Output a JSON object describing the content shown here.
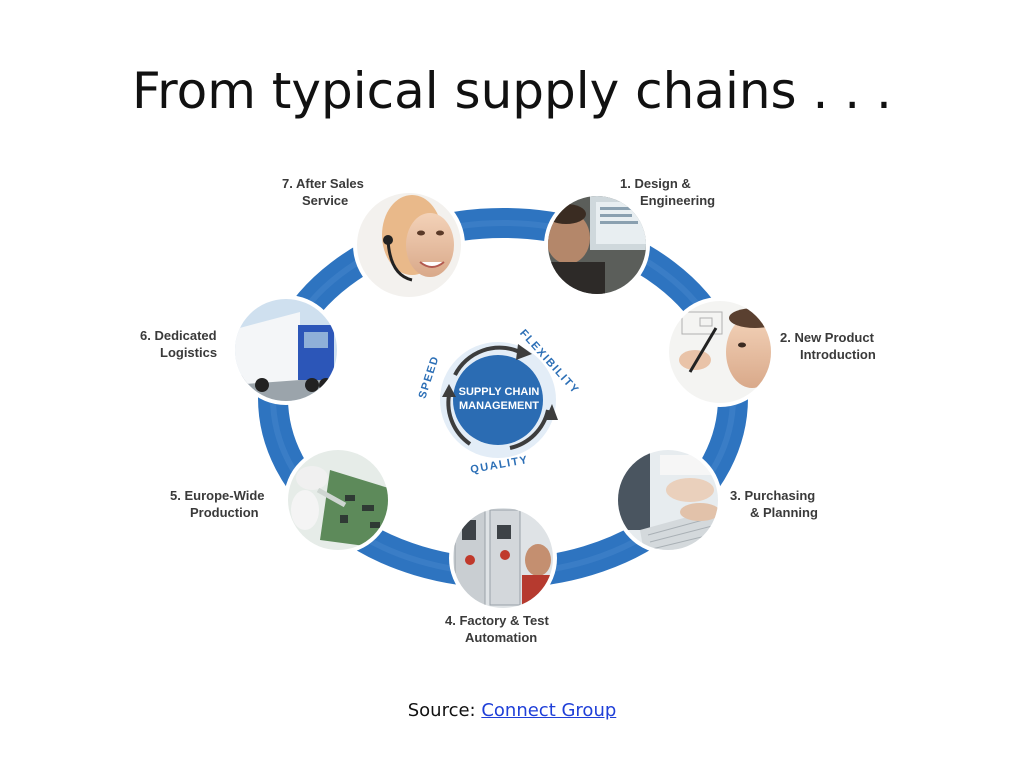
{
  "title": "From typical supply chains . . .",
  "center": {
    "line1": "SUPPLY CHAIN",
    "line2": "MANAGEMENT",
    "arc_words": [
      "SPEED",
      "FLEXIBILITY",
      "QUALITY"
    ]
  },
  "steps": [
    {
      "line1": "1.  Design &",
      "line2": "Engineering",
      "icon": "engineer-at-computer-photo"
    },
    {
      "line1": "2.  New Product",
      "line2": "Introduction",
      "icon": "man-with-pen-photo"
    },
    {
      "line1": "3.  Purchasing",
      "line2": "& Planning",
      "icon": "keyboard-typing-photo"
    },
    {
      "line1": "4.  Factory & Test",
      "line2": "Automation",
      "icon": "factory-worker-photo"
    },
    {
      "line1": "5.  Europe-Wide",
      "line2": "Production",
      "icon": "circuit-board-photo"
    },
    {
      "line1": "6.  Dedicated",
      "line2": "Logistics",
      "icon": "truck-photo"
    },
    {
      "line1": "7.  After Sales",
      "line2": "Service",
      "icon": "headset-agent-photo"
    }
  ],
  "source": {
    "prefix": "Source: ",
    "link_text": "Connect Group"
  },
  "colors": {
    "ring": "#2e74c0",
    "ring_light": "#5a9ad8",
    "center": "#2b6cb3"
  }
}
